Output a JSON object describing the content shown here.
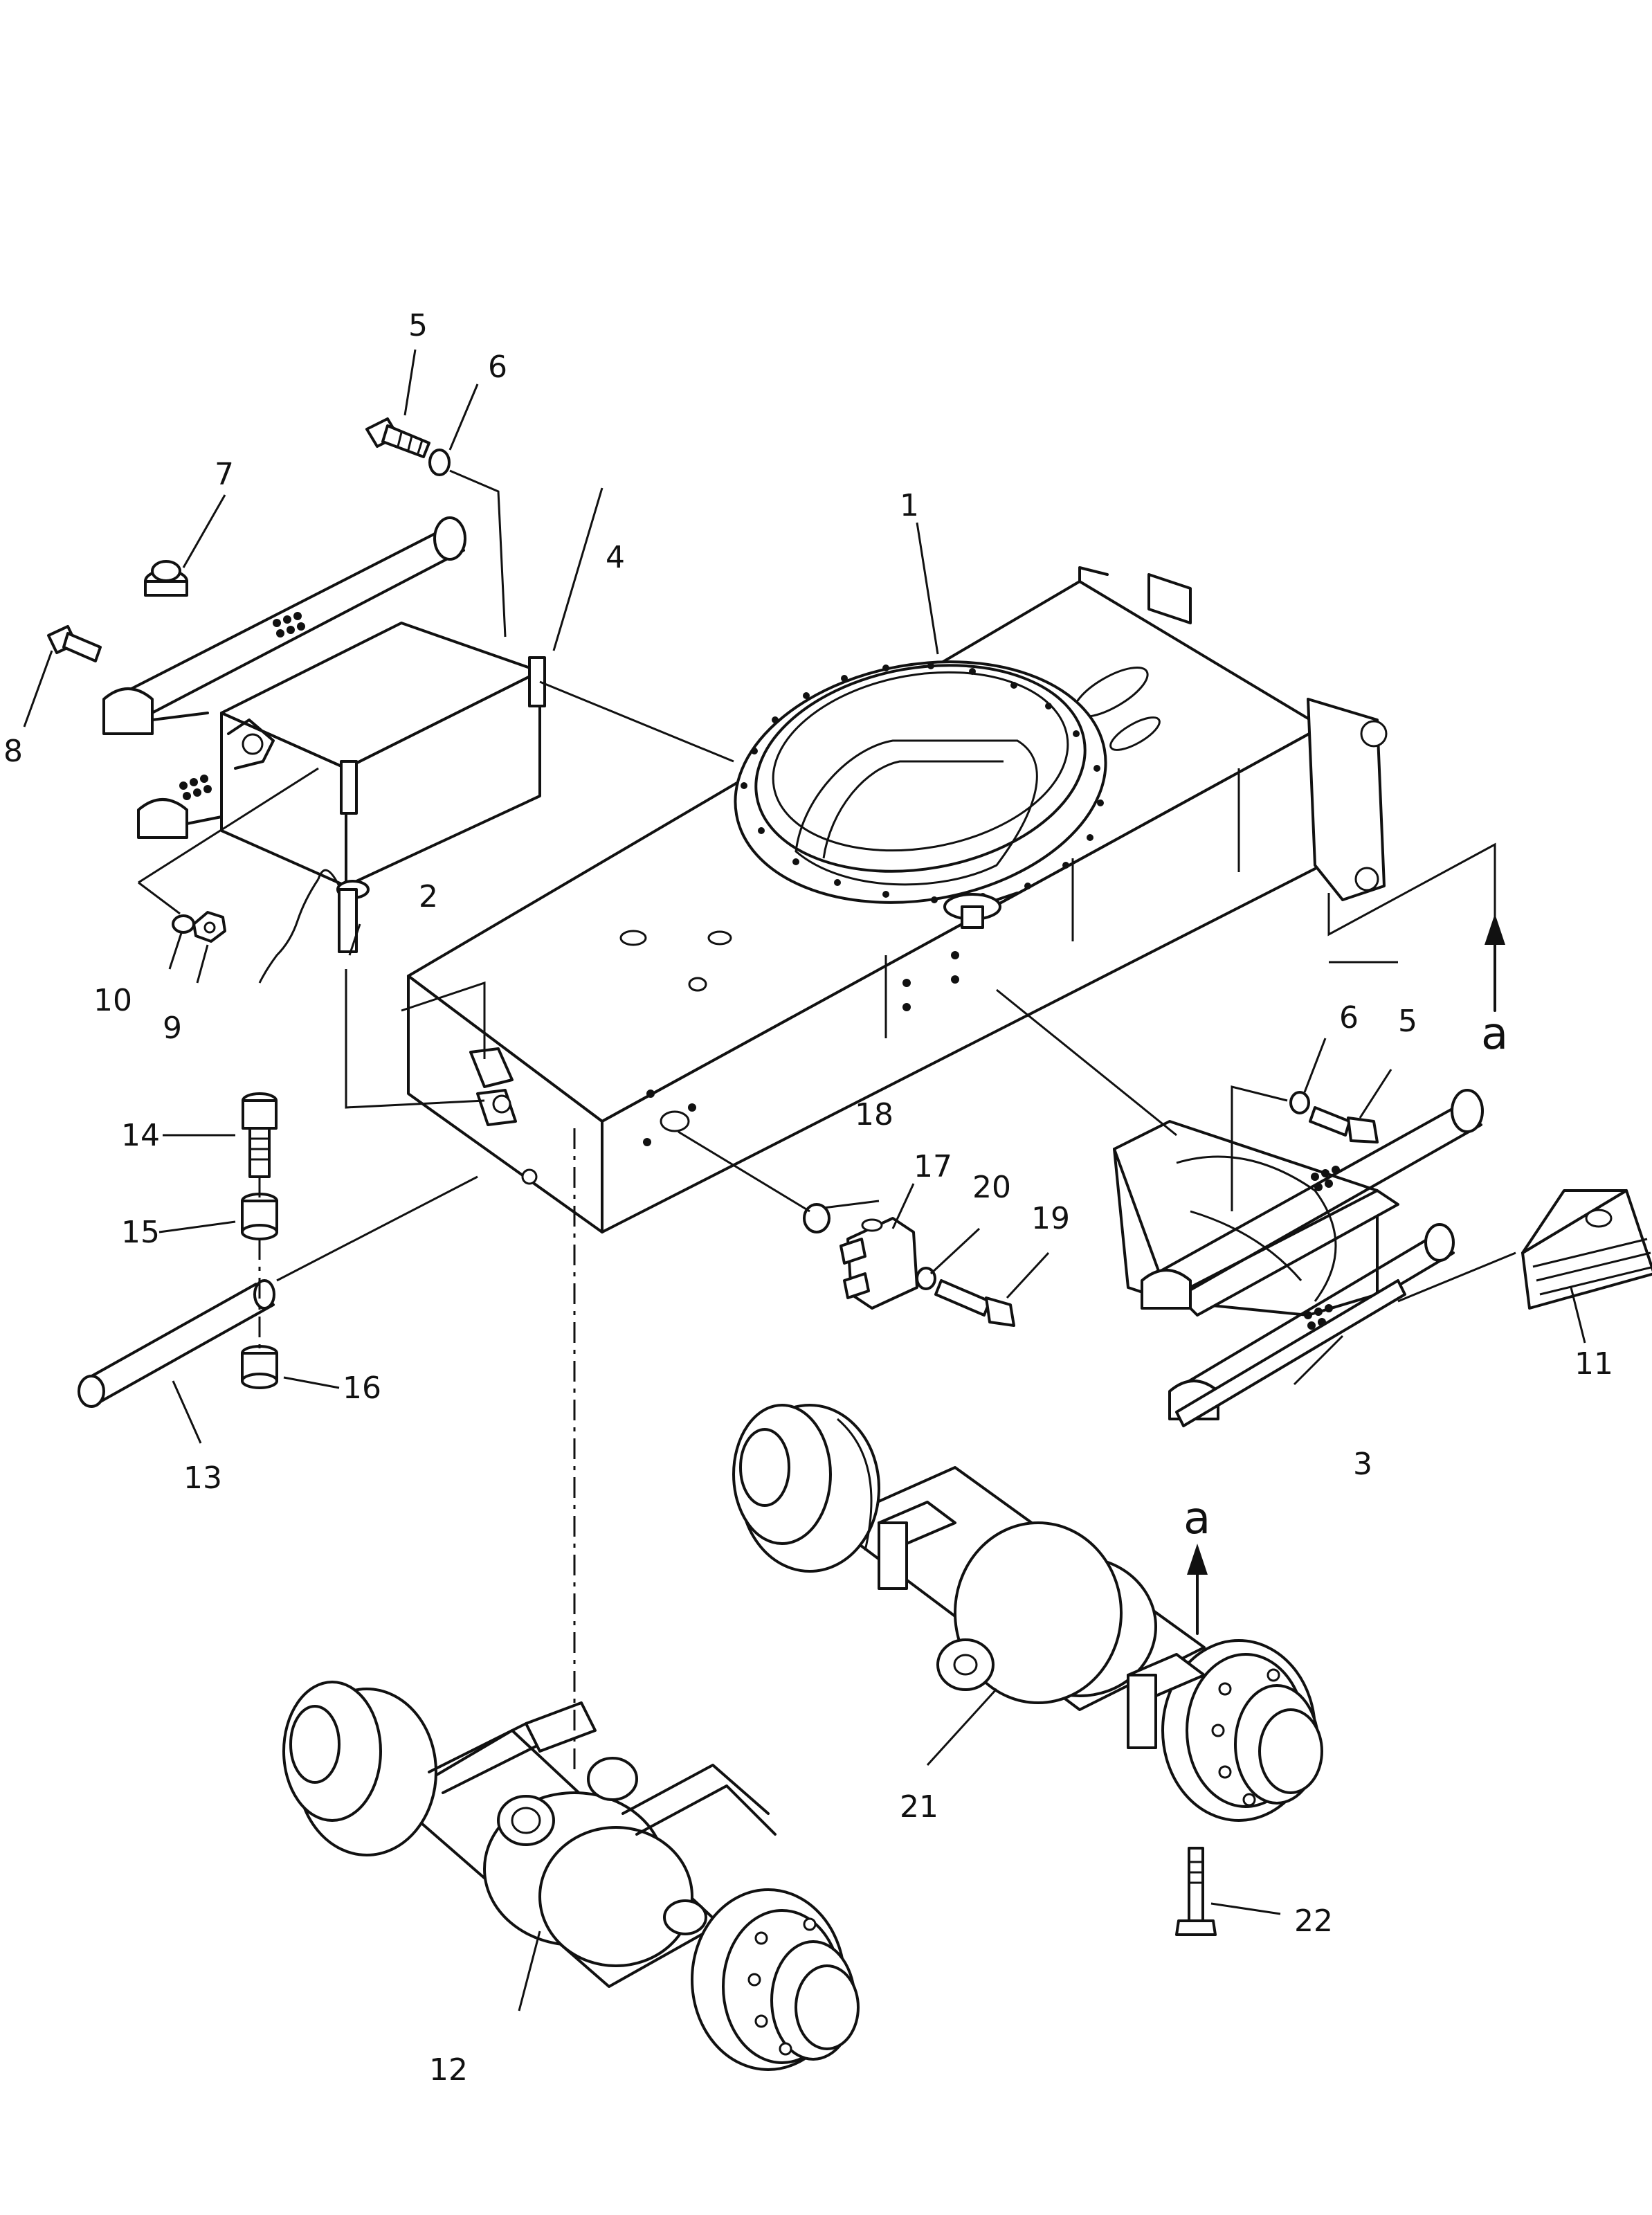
{
  "callouts": [
    {
      "id": "1",
      "text": "1"
    },
    {
      "id": "2",
      "text": "2"
    },
    {
      "id": "3",
      "text": "3"
    },
    {
      "id": "4",
      "text": "4"
    },
    {
      "id": "5a",
      "text": "5"
    },
    {
      "id": "6a",
      "text": "6"
    },
    {
      "id": "7",
      "text": "7"
    },
    {
      "id": "8",
      "text": "8"
    },
    {
      "id": "9",
      "text": "9"
    },
    {
      "id": "10",
      "text": "10"
    },
    {
      "id": "11",
      "text": "11"
    },
    {
      "id": "12",
      "text": "12"
    },
    {
      "id": "13",
      "text": "13"
    },
    {
      "id": "14",
      "text": "14"
    },
    {
      "id": "15",
      "text": "15"
    },
    {
      "id": "16",
      "text": "16"
    },
    {
      "id": "17",
      "text": "17"
    },
    {
      "id": "18",
      "text": "18"
    },
    {
      "id": "19",
      "text": "19"
    },
    {
      "id": "20",
      "text": "20"
    },
    {
      "id": "21",
      "text": "21"
    },
    {
      "id": "22",
      "text": "22"
    },
    {
      "id": "6b",
      "text": "6"
    },
    {
      "id": "5b",
      "text": "5"
    }
  ],
  "reference_marks": [
    {
      "id": "a-upper",
      "text": "a"
    },
    {
      "id": "a-lower",
      "text": "a"
    }
  ]
}
